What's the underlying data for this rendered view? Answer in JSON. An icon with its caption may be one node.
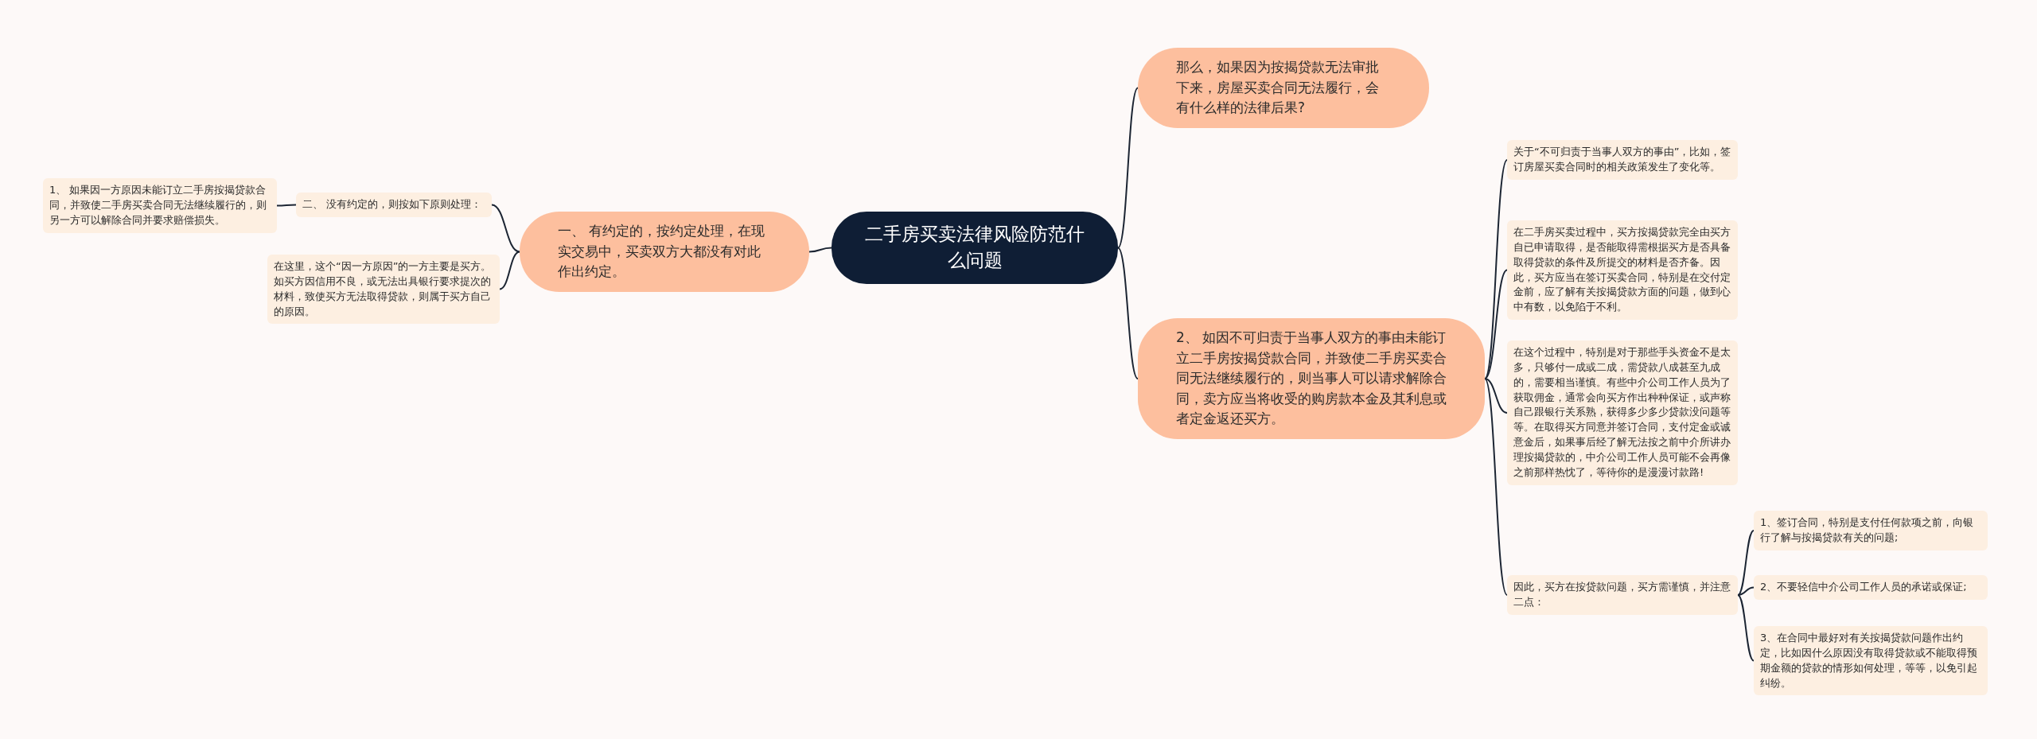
{
  "diagram": {
    "nodes": [
      {
        "text": [
          "二手房买卖法律风险防范什么问题"
        ]
      },
      {
        "text": [
          "一、 有约定的，按约定处理，在现实交易中，买卖双方大都没有对此作出约定。"
        ]
      },
      {
        "text": [
          "二、 没有约定的，则按如下原则处理："
        ]
      },
      {
        "text": [
          "1、 如果因一方原因未能订立二手房按揭贷款合同，并致使二手房买卖合同无法继续履行的，则另一方可以解除合同并要求赔偿损失。"
        ]
      },
      {
        "text": [
          "在这里，这个“因一方原因”的一方主要是买方。如买方因信用不良，或无法出具银行要求提次的材料，致使买方无法取得贷款，则属于买方自己的原因。"
        ]
      },
      {
        "text": [
          "那么，如果因为按揭贷款无法审批下来，房屋买卖合同无法履行，会有什么样的法律后果?"
        ]
      },
      {
        "text": [
          "2、 如因不可归责于当事人双方的事由未能订立二手房按揭贷款合同，并致使二手房买卖合同无法继续履行的，则当事人可以请求解除合同，卖方应当将收受的购房款本金及其利息或者定金返还买方。"
        ]
      },
      {
        "text": [
          "关于“不可归责于当事人双方的事由”，比如，签订房屋买卖合同时的相关政策发生了变化等。"
        ]
      },
      {
        "text": [
          "在二手房买卖过程中，买方按揭贷款完全由买方自已申请取得，是否能取得需根据买方是否具备取得贷款的条件及所提交的材料是否齐备。因此，买方应当在签订买卖合同，特别是在交付定金前，应了解有关按揭贷款方面的问题，做到心中有数，以免陷于不利。"
        ]
      },
      {
        "text": [
          "在这个过程中，特别是对于那些手头资金不是太多，只够付一成或二成，需贷款八成甚至九成的，需要相当谨慎。有些中介公司工作人员为了获取佣金，通常会向买方作出种种保证，或声称自己跟银行关系熟，获得多少多少贷款没问题等等。在取得买方同意并签订合同，支付定金或诚意金后，如果事后经了解无法按之前中介所讲办理按揭贷款的，中介公司工作人员可能不会再像之前那样热忱了，等待你的是漫漫讨款路!"
        ]
      },
      {
        "text": [
          "因此，买方在按贷款问题，买方需谨慎，并注意二点："
        ]
      },
      {
        "text": [
          "1、签订合同，特别是支付任何款项之前，向银行了解与按揭贷款有关的问题;"
        ]
      },
      {
        "text": [
          "2、不要轻信中介公司工作人员的承诺或保证;"
        ]
      },
      {
        "text": [
          "3、在合同中最好对有关按揭贷款问题作出约定，比如因什么原因没有取得贷款或不能取得预期金额的贷款的情形如何处理，等等，以免引起纠纷。"
        ]
      }
    ],
    "edges": [
      {
        "from": 0,
        "to": 1,
        "arrow": "none"
      },
      {
        "from": 1,
        "to": 2,
        "arrow": "none"
      },
      {
        "from": 2,
        "to": 3,
        "arrow": "none"
      },
      {
        "from": 1,
        "to": 4,
        "arrow": "none"
      },
      {
        "from": 0,
        "to": 5,
        "arrow": "none"
      },
      {
        "from": 0,
        "to": 6,
        "arrow": "none"
      },
      {
        "from": 6,
        "to": 7,
        "arrow": "none"
      },
      {
        "from": 6,
        "to": 8,
        "arrow": "none"
      },
      {
        "from": 6,
        "to": 9,
        "arrow": "none"
      },
      {
        "from": 6,
        "to": 10,
        "arrow": "none"
      },
      {
        "from": 10,
        "to": 11,
        "arrow": "none"
      },
      {
        "from": 10,
        "to": 12,
        "arrow": "none"
      },
      {
        "from": 10,
        "to": 13,
        "arrow": "none"
      }
    ]
  }
}
